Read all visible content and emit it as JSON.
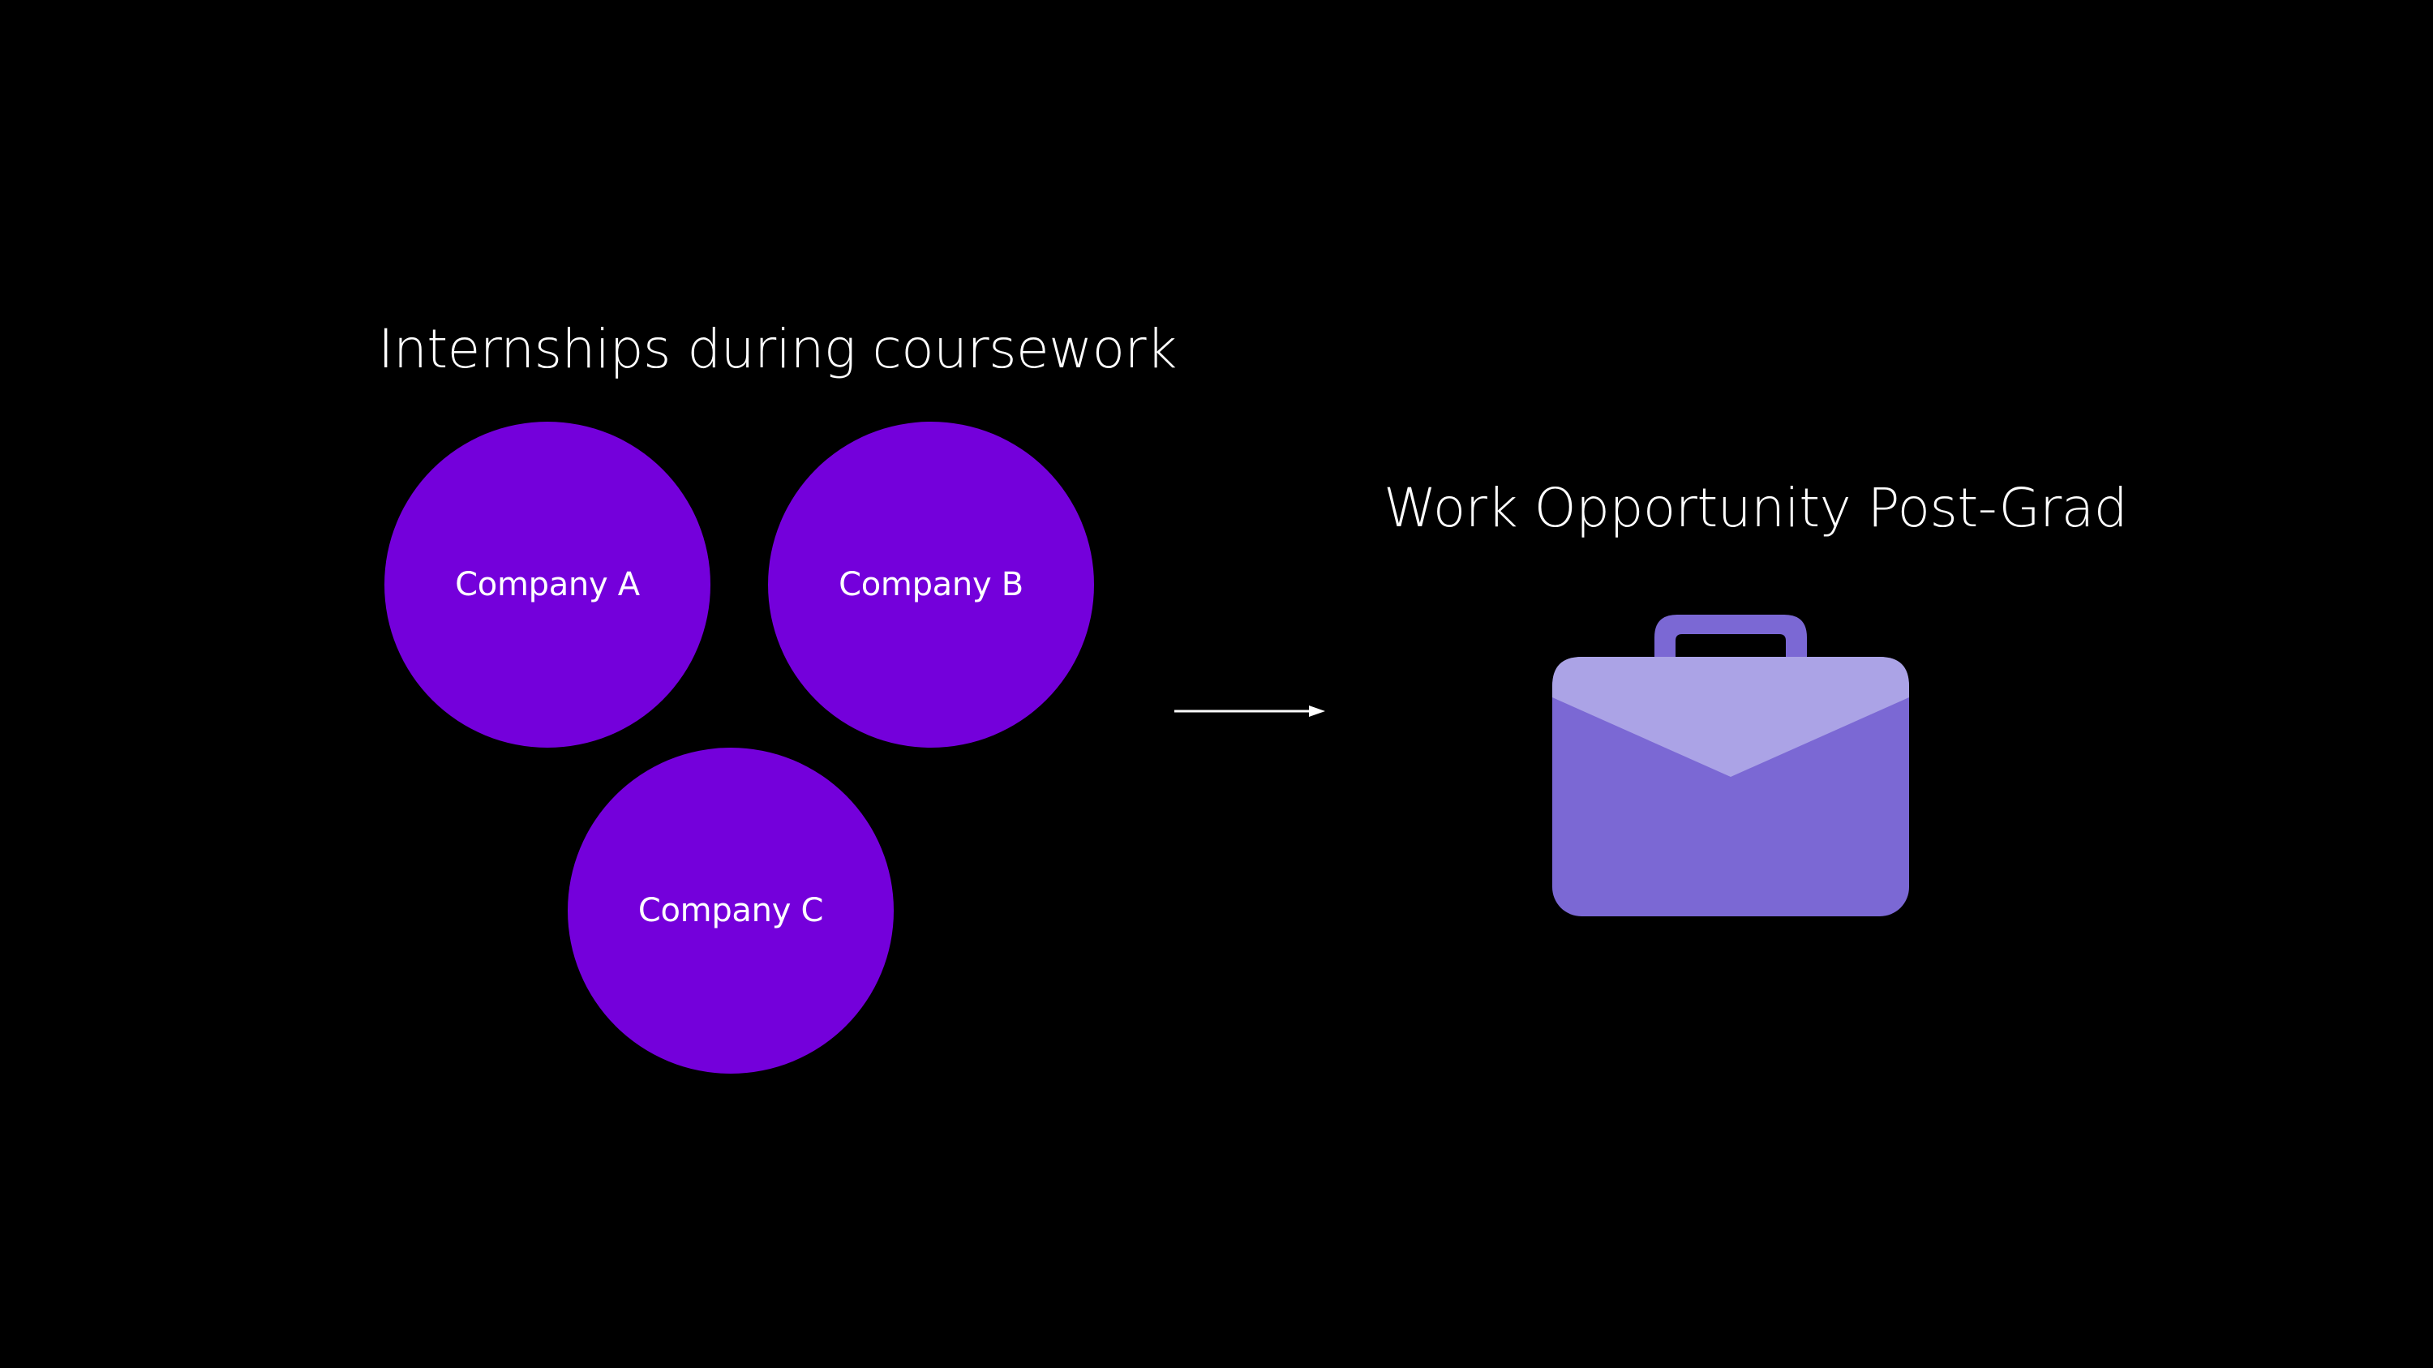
{
  "left_group": {
    "heading": "Internships during coursework",
    "companies": [
      {
        "label": "Company A"
      },
      {
        "label": "Company B"
      },
      {
        "label": "Company C"
      }
    ]
  },
  "right_group": {
    "heading": "Work Opportunity Post-Grad",
    "icon": "briefcase-icon"
  },
  "connector": {
    "icon": "arrow-right-icon"
  },
  "colors": {
    "background": "#000000",
    "text": "#ffffff",
    "company_circle": "#7400db",
    "briefcase_body": "#7b68d4",
    "briefcase_flap": "#aba3e6",
    "briefcase_handle": "#7b68d4",
    "arrow": "#ffffff"
  }
}
